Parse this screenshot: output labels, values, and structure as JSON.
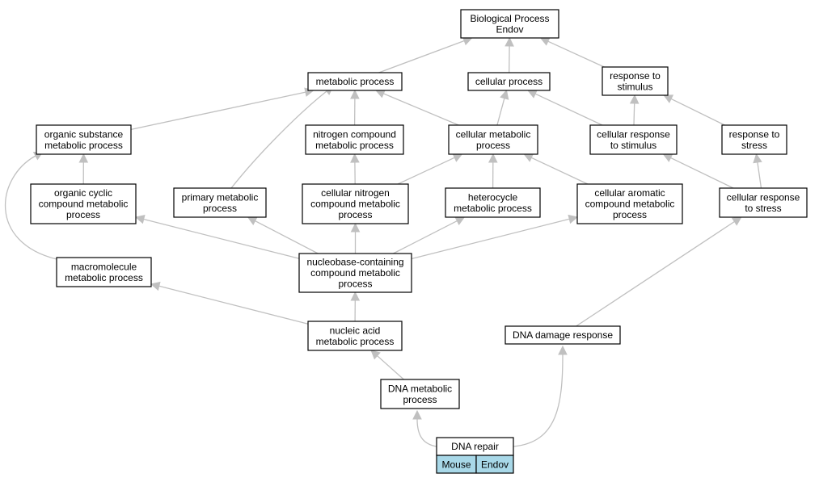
{
  "graph": {
    "nodes": {
      "bp": {
        "lines": [
          "Biological Process",
          "Endov"
        ]
      },
      "metabolic": {
        "lines": [
          "metabolic process"
        ]
      },
      "cellular": {
        "lines": [
          "cellular process"
        ]
      },
      "stimulus": {
        "lines": [
          "response to",
          "stimulus"
        ]
      },
      "organic_sub": {
        "lines": [
          "organic substance",
          "metabolic process"
        ]
      },
      "nitrogen": {
        "lines": [
          "nitrogen compound",
          "metabolic process"
        ]
      },
      "cell_metab": {
        "lines": [
          "cellular metabolic",
          "process"
        ]
      },
      "cell_stim": {
        "lines": [
          "cellular response",
          "to stimulus"
        ]
      },
      "stress": {
        "lines": [
          "response to",
          "stress"
        ]
      },
      "org_cyclic": {
        "lines": [
          "organic cyclic",
          "compound metabolic",
          "process"
        ]
      },
      "primary": {
        "lines": [
          "primary metabolic",
          "process"
        ]
      },
      "cell_nitro": {
        "lines": [
          "cellular nitrogen",
          "compound metabolic",
          "process"
        ]
      },
      "heterocycle": {
        "lines": [
          "heterocycle",
          "metabolic process"
        ]
      },
      "aromatic": {
        "lines": [
          "cellular aromatic",
          "compound metabolic",
          "process"
        ]
      },
      "cell_stress": {
        "lines": [
          "cellular response",
          "to stress"
        ]
      },
      "macromolecule": {
        "lines": [
          "macromolecule",
          "metabolic process"
        ]
      },
      "nucleobase": {
        "lines": [
          "nucleobase-containing",
          "compound metabolic",
          "process"
        ]
      },
      "nucleic": {
        "lines": [
          "nucleic acid",
          "metabolic process"
        ]
      },
      "dna_damage": {
        "lines": [
          "DNA damage response"
        ]
      },
      "dna_metab": {
        "lines": [
          "DNA metabolic",
          "process"
        ]
      },
      "dna_repair": {
        "lines": [
          "DNA repair"
        ]
      }
    },
    "edges": [
      [
        "metabolic",
        "bp"
      ],
      [
        "cellular",
        "bp"
      ],
      [
        "stimulus",
        "bp"
      ],
      [
        "organic_sub",
        "metabolic"
      ],
      [
        "nitrogen",
        "metabolic"
      ],
      [
        "cell_metab",
        "metabolic"
      ],
      [
        "primary",
        "metabolic"
      ],
      [
        "cell_metab",
        "cellular"
      ],
      [
        "cell_stim",
        "cellular"
      ],
      [
        "cell_stim",
        "stimulus"
      ],
      [
        "stress",
        "stimulus"
      ],
      [
        "org_cyclic",
        "organic_sub"
      ],
      [
        "macromolecule",
        "organic_sub"
      ],
      [
        "cell_nitro",
        "nitrogen"
      ],
      [
        "cell_nitro",
        "cell_metab"
      ],
      [
        "heterocycle",
        "cell_metab"
      ],
      [
        "aromatic",
        "cell_metab"
      ],
      [
        "cell_stress",
        "cell_stim"
      ],
      [
        "cell_stress",
        "stress"
      ],
      [
        "nucleobase",
        "org_cyclic"
      ],
      [
        "nucleobase",
        "primary"
      ],
      [
        "nucleobase",
        "cell_nitro"
      ],
      [
        "nucleobase",
        "heterocycle"
      ],
      [
        "nucleobase",
        "aromatic"
      ],
      [
        "nucleic",
        "macromolecule"
      ],
      [
        "nucleic",
        "nucleobase"
      ],
      [
        "dna_metab",
        "nucleic"
      ],
      [
        "dna_damage",
        "cell_stress"
      ],
      [
        "dna_repair",
        "dna_metab"
      ],
      [
        "dna_repair",
        "dna_damage"
      ]
    ],
    "badges": [
      "Mouse",
      "Endov"
    ],
    "colors": {
      "edge": "#c0c0c0",
      "node_fill": "#ffffff",
      "node_border": "#000000",
      "badge_fill": "#a8d8e8"
    }
  }
}
